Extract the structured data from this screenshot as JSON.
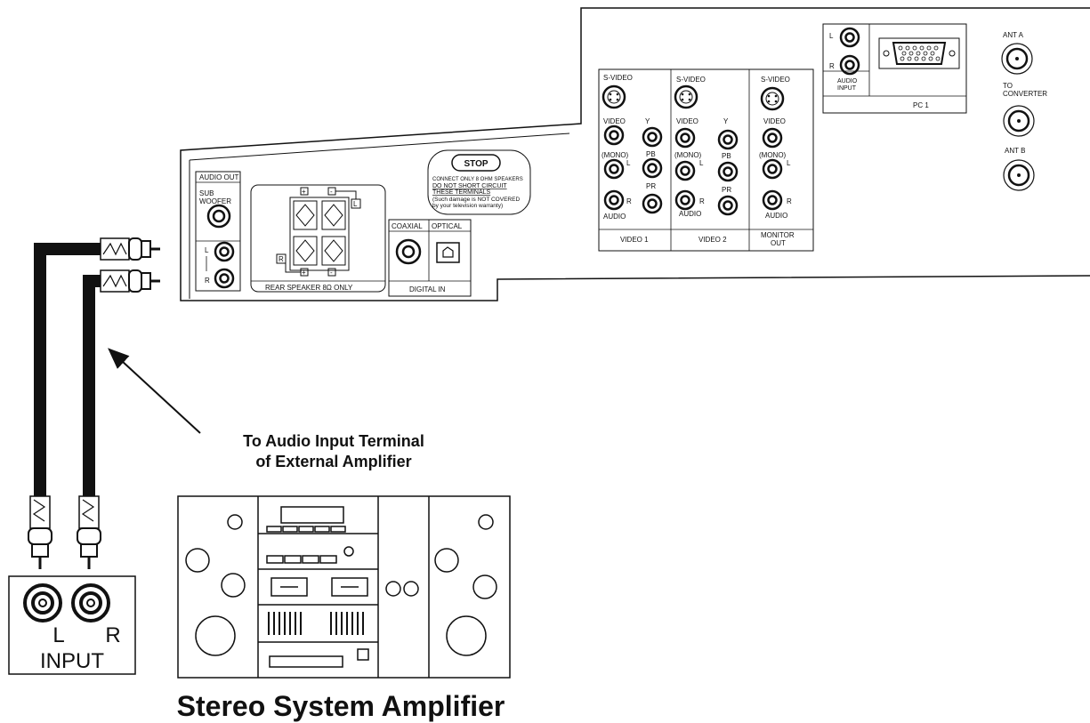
{
  "tv_panel": {
    "audio_out": {
      "header": "AUDIO OUT",
      "sub_line1": "SUB",
      "sub_line2": "WOOFER",
      "l": "L",
      "r": "R"
    },
    "rear_speaker": {
      "caption": "REAR SPEAKER 8Ω ONLY",
      "plus": "+",
      "minus": "-",
      "l": "L",
      "r": "R"
    },
    "stop_warning": {
      "title": "STOP",
      "line1": "CONNECT ONLY 8 OHM SPEAKERS",
      "line2": "DO NOT SHORT CIRCUIT",
      "line3": "THESE TERMINALS",
      "line4": "(Such damage is NOT COVERED",
      "line5": "by your television warranty)"
    },
    "digital_in": {
      "coaxial": "COAXIAL",
      "optical": "OPTICAL",
      "caption": "DIGITAL IN"
    },
    "video1": {
      "svideo": "S-VIDEO",
      "video": "VIDEO",
      "y": "Y",
      "mono": "(MONO)",
      "l": "L",
      "r": "R",
      "pb": "PB",
      "pr": "PR",
      "audio": "AUDIO",
      "caption": "VIDEO 1"
    },
    "video2": {
      "svideo": "S-VIDEO",
      "video": "VIDEO",
      "y": "Y",
      "mono": "(MONO)",
      "l": "L",
      "r": "R",
      "pb": "PB",
      "pr": "PR",
      "audio": "AUDIO",
      "caption": "VIDEO 2"
    },
    "monitor_out": {
      "svideo": "S-VIDEO",
      "video": "VIDEO",
      "mono": "(MONO)",
      "l": "L",
      "r": "R",
      "audio": "AUDIO",
      "caption1": "MONITOR",
      "caption2": "OUT"
    },
    "pc1": {
      "l": "L",
      "r": "R",
      "audio1": "AUDIO",
      "audio2": "INPUT",
      "caption": "PC 1"
    },
    "antenna": {
      "ant_a": "ANT A",
      "to": "TO",
      "converter": "CONVERTER",
      "ant_b": "ANT B"
    }
  },
  "callout": {
    "line1": "To Audio Input Terminal",
    "line2": "of External Amplifier"
  },
  "amp_input": {
    "l": "L",
    "r": "R",
    "label": "INPUT"
  },
  "amplifier_label": "Stereo System Amplifier"
}
